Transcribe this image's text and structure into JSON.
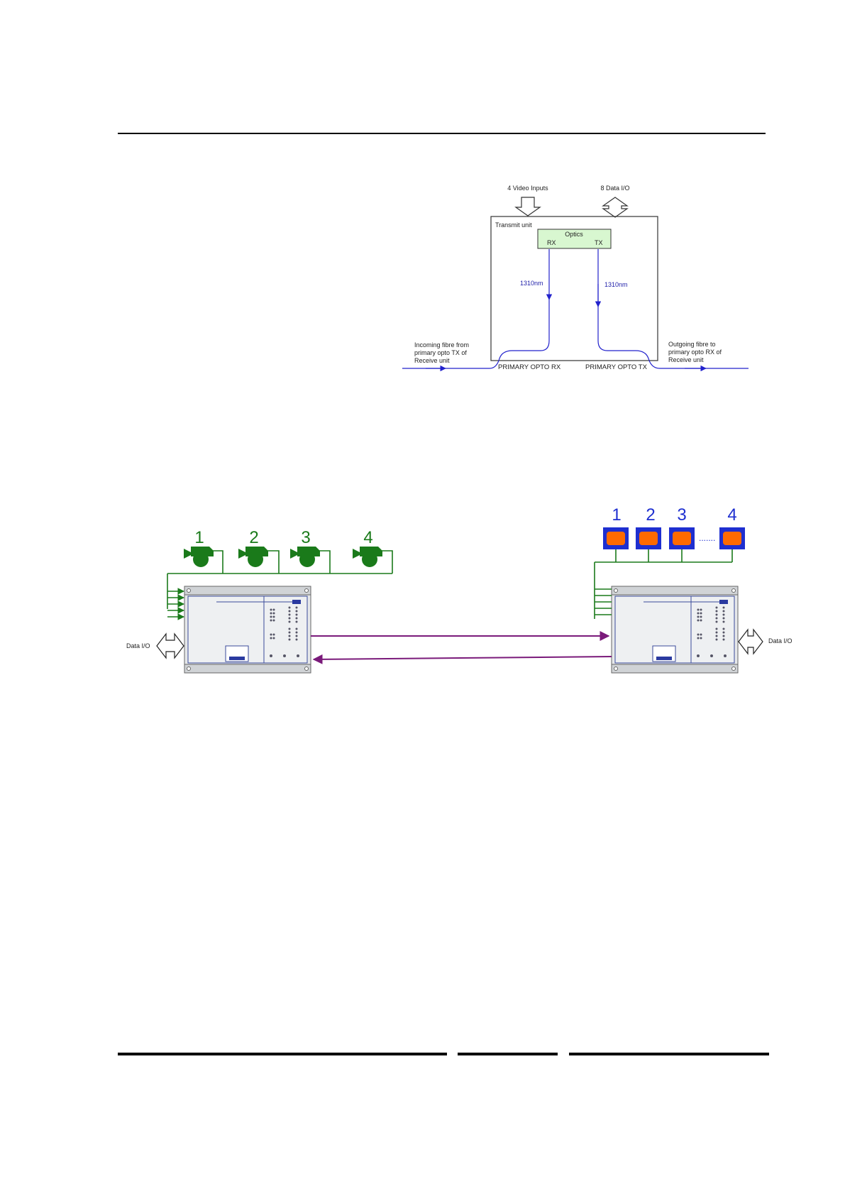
{
  "fibre_diagram": {
    "video_inputs_label": "4 Video Inputs",
    "data_io_label": "8 Data I/O",
    "transmit_unit_label": "Transmit unit",
    "optics_label": "Optics",
    "rx_label": "RX",
    "tx_label": "TX",
    "rx_wavelength": "1310nm",
    "tx_wavelength": "1310nm",
    "incoming_fibre": [
      "Incoming fibre from",
      "primary opto TX of",
      "Receive unit"
    ],
    "outgoing_fibre": [
      "Outgoing fibre to",
      "primary opto RX of",
      "Receive unit"
    ],
    "primary_opto_rx": "PRIMARY OPTO RX",
    "primary_opto_tx": "PRIMARY OPTO TX"
  },
  "system_diagram": {
    "camera_numbers": [
      "1",
      "2",
      "3",
      "4"
    ],
    "monitor_numbers": [
      "1",
      "2",
      "3",
      "4"
    ],
    "monitor_ellipsis": ".......",
    "data_io_left": "Data I/O",
    "data_io_right": "Data I/O"
  },
  "colors": {
    "fibre_blue": "#2222cc",
    "camera_green": "#1a7a1a",
    "optics_fill": "#d8f7d0",
    "link_purple": "#7a1a7a",
    "monitor_orange": "#ff6a00",
    "monitor_blue": "#1e2fd0"
  }
}
